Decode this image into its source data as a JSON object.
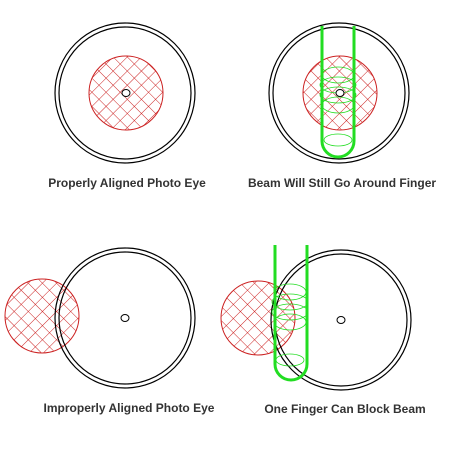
{
  "colors": {
    "outline": "#000000",
    "beam": "#cc2222",
    "finger": "#22dd22",
    "caption": "#333333"
  },
  "panels": [
    {
      "caption": "Properly Aligned Photo Eye",
      "finger": false,
      "aligned": true
    },
    {
      "caption": "Beam Will Still Go Around Finger",
      "finger": true,
      "aligned": true
    },
    {
      "caption": "Improperly Aligned Photo Eye",
      "finger": false,
      "aligned": false
    },
    {
      "caption": "One Finger Can Block Beam",
      "finger": true,
      "aligned": false
    }
  ]
}
